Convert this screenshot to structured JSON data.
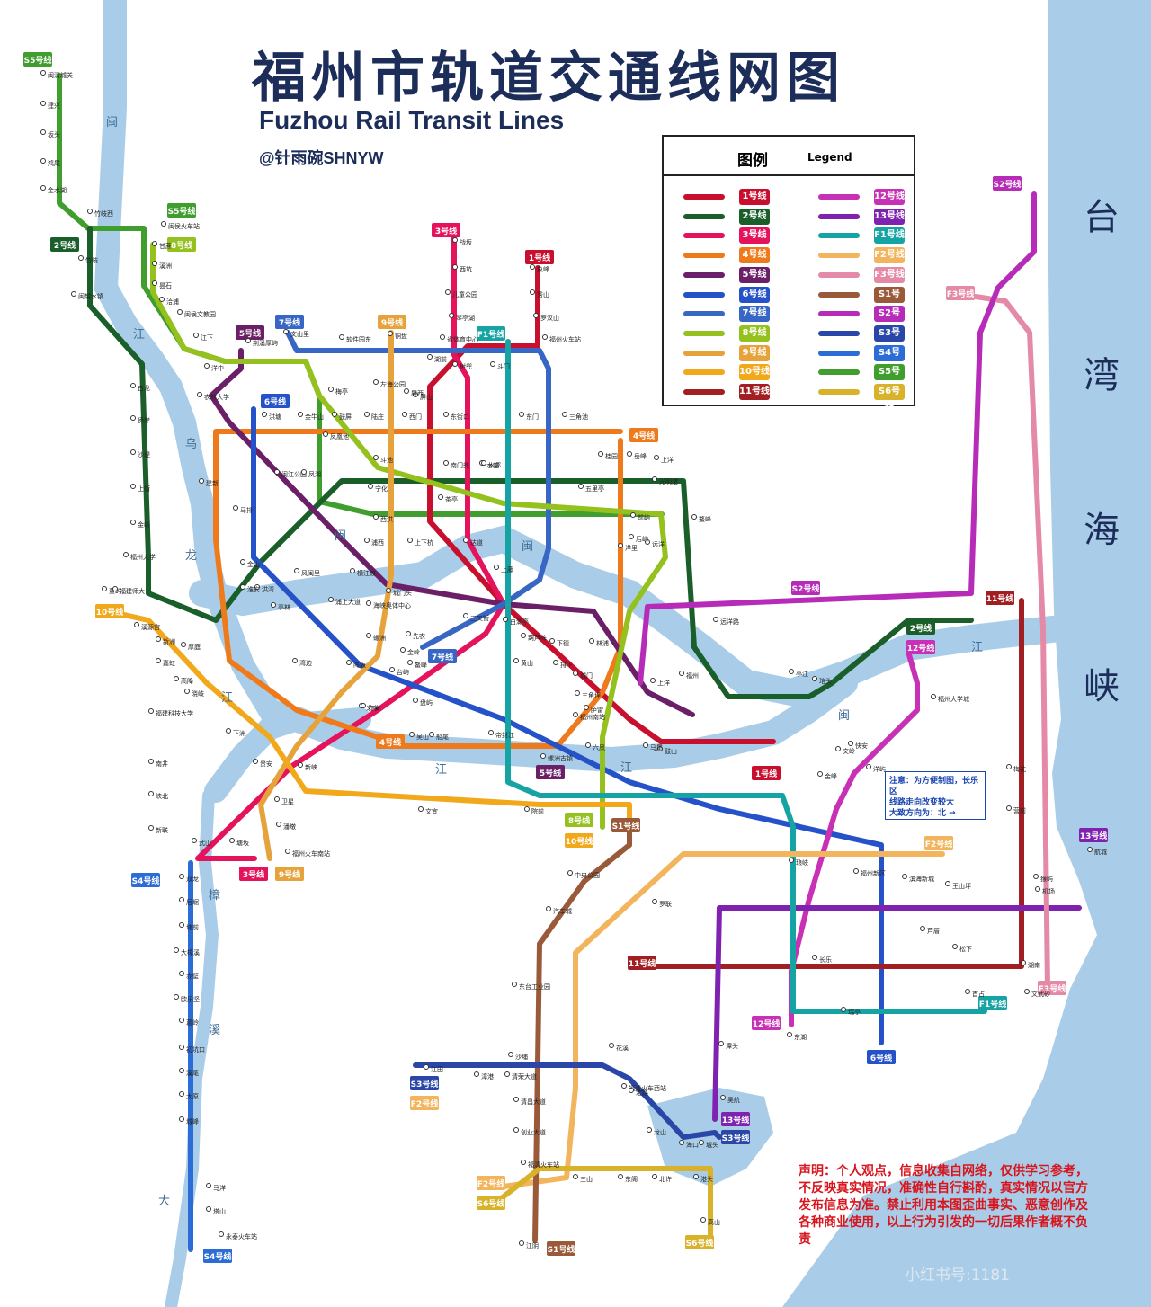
{
  "title": {
    "cn": "福州市轨道交通线网图",
    "en": "Fuzhou Rail Transit Lines",
    "author": "@针雨碗SHNYW"
  },
  "legend": {
    "title_cn": "图例",
    "title_en": "Legend",
    "items": [
      {
        "label": "1号线",
        "color": "#c8102e"
      },
      {
        "label": "2号线",
        "color": "#1a5e2a"
      },
      {
        "label": "3号线",
        "color": "#e4135c"
      },
      {
        "label": "4号线",
        "color": "#ee7a1c"
      },
      {
        "label": "5号线",
        "color": "#6a1f66"
      },
      {
        "label": "6号线",
        "color": "#2652c9"
      },
      {
        "label": "7号线",
        "color": "#3866c4"
      },
      {
        "label": "8号线",
        "color": "#95c11f"
      },
      {
        "label": "9号线",
        "color": "#e6a33c"
      },
      {
        "label": "10号线",
        "color": "#f2a81b"
      },
      {
        "label": "11号线",
        "color": "#a11e23"
      },
      {
        "label": "12号线",
        "color": "#c830b5"
      },
      {
        "label": "13号线",
        "color": "#7f22b0"
      },
      {
        "label": "F1号线",
        "color": "#15a3a3"
      },
      {
        "label": "F2号线",
        "color": "#f2b45c"
      },
      {
        "label": "F3号线",
        "color": "#e48aa6"
      },
      {
        "label": "S1号线",
        "color": "#9a5a3a"
      },
      {
        "label": "S2号线",
        "color": "#b62cb8"
      },
      {
        "label": "S3号线",
        "color": "#2a47a8"
      },
      {
        "label": "S4号线",
        "color": "#2b6cd6"
      },
      {
        "label": "S5号线",
        "color": "#3f9e2d"
      },
      {
        "label": "S6号线",
        "color": "#d8b22a"
      }
    ]
  },
  "side_text": [
    "台",
    "湾",
    "海",
    "峡"
  ],
  "river_labels": [
    "闽",
    "江",
    "乌",
    "龙",
    "江",
    "闽",
    "江",
    "闽",
    "江",
    "江",
    "闽",
    "大",
    "樟",
    "溪",
    "大"
  ],
  "map_labels": {
    "line_tags": [
      "S5号线",
      "S5号线",
      "2号线",
      "8号线",
      "3号线",
      "1号线",
      "5号线",
      "7号线",
      "9号线",
      "F1号线",
      "6号线",
      "4号线",
      "S2号线",
      "F3号线",
      "S2号线",
      "11号线",
      "2号线",
      "12号线",
      "10号线",
      "7号线",
      "4号线",
      "5号线",
      "1号线",
      "8号线",
      "S1号线",
      "10号线",
      "3号线",
      "9号线",
      "S4号线",
      "F2号线",
      "13号线",
      "11号线",
      "F1号线",
      "F3号线",
      "12号线",
      "6号线",
      "S3号线",
      "F2号线",
      "13号线",
      "S3号线",
      "F2号线",
      "S6号线",
      "S1号线",
      "S6号线",
      "S4号线"
    ],
    "stations": [
      "闽清城关",
      "建兴",
      "坂头",
      "鸿尾",
      "金水湖",
      "竹岐西",
      "竹岐",
      "闽侯火车站",
      "甘蔗",
      "溪洲",
      "昙石",
      "闽越水镇",
      "洽浦",
      "闽侯文教园",
      "江下",
      "荆溪厚屿",
      "洋中",
      "白龙",
      "侨岸",
      "沙堤",
      "上街",
      "金屿",
      "福州大学",
      "董屿",
      "福建师大",
      "溪源宫",
      "厚庭",
      "新洲",
      "嘉虹",
      "高降",
      "晓岐",
      "福建科技大学",
      "南井",
      "峡北",
      "新联",
      "武山",
      "塘坂",
      "福州火车南站",
      "双龙",
      "后堀",
      "塘前",
      "大樟溪",
      "赤壁",
      "欧乐坚",
      "葛岭",
      "初坑口",
      "溪尾",
      "太原",
      "城峰",
      "马洋",
      "塔山",
      "永泰火车站",
      "战坂",
      "西坑",
      "儿童公园",
      "琴亭湖",
      "省体育中心",
      "福州火车站",
      "象峰",
      "秀山",
      "罗汉山",
      "斗门",
      "树兜",
      "湖前",
      "屏山",
      "东门",
      "东街口",
      "三角池",
      "南门兜",
      "水部",
      "茶亭",
      "达道",
      "上藤",
      "三叉街",
      "白湖亭",
      "葫芦阵",
      "黄山",
      "排下",
      "城门",
      "三角埕",
      "胪雷",
      "福州南站",
      "文山里",
      "软件园东",
      "铜盘",
      "左海公园",
      "梅亭",
      "屏西",
      "西门",
      "鼓屏",
      "洪塘",
      "金牛山",
      "陆庄",
      "凤凰池",
      "闽江公园",
      "凤湖",
      "斗池",
      "宁化",
      "西洪",
      "浦西",
      "上下杭",
      "横江渡",
      "浦上大道",
      "海峡奥体中心",
      "城门头",
      "螺洲古镇",
      "农林大学",
      "建新",
      "马排",
      "金山",
      "洪湾",
      "风闽里",
      "淮安",
      "亭林",
      "湾边",
      "下洲",
      "贵安",
      "新峡",
      "卫星",
      "潘墩",
      "文宜",
      "院前",
      "螺洲",
      "阵坂",
      "台屿",
      "金岭",
      "盘屿",
      "吴山",
      "义序",
      "帝封江",
      "船尾",
      "先农",
      "鳌峰",
      "齐安",
      "六凤",
      "远洋路",
      "鼓山",
      "马尾",
      "快安",
      "洋屿",
      "琅岐",
      "长乐",
      "滨海新城",
      "福州新区",
      "东湖",
      "首占",
      "文武砂",
      "机场",
      "文岭",
      "金峰",
      "营前",
      "航城",
      "猴屿",
      "湖南",
      "梅花",
      "吴航",
      "潭头",
      "松下",
      "江田",
      "漳港",
      "福清火车西站",
      "宏路",
      "龙山",
      "海口",
      "城头",
      "三山",
      "东阁",
      "北许",
      "港头",
      "高山",
      "江阴",
      "福清火车站",
      "创业大道",
      "清昌大道",
      "清荣大道",
      "沙埔",
      "汽车城",
      "东台工业园",
      "中央公园",
      "罗联",
      "花溪",
      "瑞亭",
      "芦厝",
      "王山坪",
      "林浦",
      "下德",
      "亭江",
      "琯头",
      "福州大学城",
      "上洋",
      "光明港",
      "前屿",
      "远洋",
      "洋里",
      "后屿",
      "上洋",
      "岳峰",
      "桂园",
      "福州",
      "鳌峰",
      "五里亭",
      "水部"
    ]
  },
  "note": {
    "line1": "注意：为方便制图，长乐区",
    "line2": "线路走向改变较大",
    "line3": "大致方向为：北 →"
  },
  "disclaimer": "声明：个人观点，信息收集自网络，仅供学习参考，不反映真实情况，准确性自行斟酌，真实情况以官方发布信息为准。禁止利用本图歪曲事实、恶意创作及各种商业使用，以上行为引发的一切后果作者概不负责",
  "watermark": "小红书号:1181"
}
